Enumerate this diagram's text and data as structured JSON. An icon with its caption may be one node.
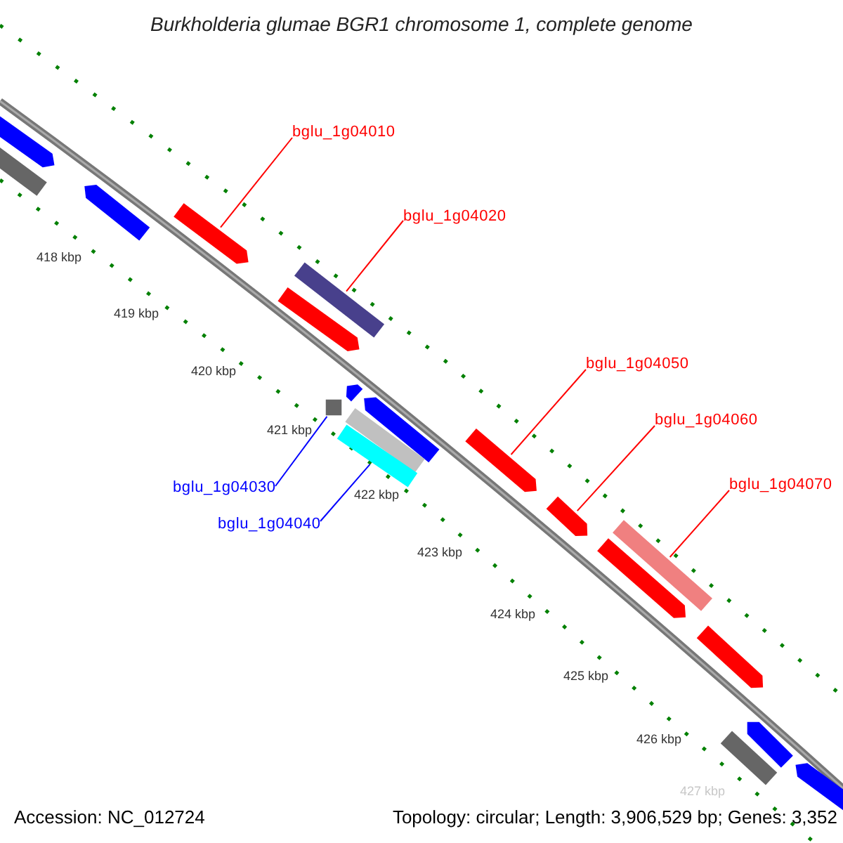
{
  "diagram": {
    "title": "Burkholderia glumae BGR1 chromosome 1, complete genome",
    "nodes": [
      {
        "text": [
          "bglu_1g04010"
        ]
      },
      {
        "text": [
          "bglu_1g04020"
        ]
      },
      {
        "text": [
          "bglu_1g04030"
        ]
      },
      {
        "text": [
          "bglu_1g04040"
        ]
      },
      {
        "text": [
          "bglu_1g04050"
        ]
      },
      {
        "text": [
          "bglu_1g04060"
        ]
      },
      {
        "text": [
          "bglu_1g04070"
        ]
      },
      {
        "text": [],
        "shape": "arrow"
      },
      {
        "text": [],
        "shape": "bar"
      },
      {
        "text": [],
        "shape": "arrow"
      },
      {
        "text": [],
        "shape": "arrow"
      },
      {
        "text": [],
        "shape": "bar"
      },
      {
        "text": [],
        "shape": "arrow"
      },
      {
        "text": [],
        "shape": "arrow"
      },
      {
        "text": [],
        "shape": "box"
      },
      {
        "text": [],
        "shape": "arrow"
      },
      {
        "text": [],
        "shape": "bar"
      },
      {
        "text": [],
        "shape": "bar"
      },
      {
        "text": [],
        "shape": "arrow"
      },
      {
        "text": [],
        "shape": "arrow"
      },
      {
        "text": [],
        "shape": "bar"
      },
      {
        "text": [],
        "shape": "arrow"
      },
      {
        "text": [],
        "shape": "arrow"
      },
      {
        "text": [],
        "shape": "arrow"
      },
      {
        "text": [],
        "shape": "bar"
      },
      {
        "text": [],
        "shape": "arrow"
      }
    ],
    "edges": [
      {
        "from": 0,
        "to": 10,
        "arrow": "none"
      },
      {
        "from": 1,
        "to": 11,
        "arrow": "none"
      },
      {
        "from": 2,
        "to": 14,
        "arrow": "none",
        "color": "#0000ff"
      },
      {
        "from": 3,
        "to": 17,
        "arrow": "none",
        "color": "#0000ff"
      },
      {
        "from": 4,
        "to": 18,
        "arrow": "none"
      },
      {
        "from": 5,
        "to": 19,
        "arrow": "none"
      },
      {
        "from": 6,
        "to": 20,
        "arrow": "none"
      }
    ],
    "labels": [
      "418 kbp",
      "419 kbp",
      "420 kbp",
      "421 kbp",
      "422 kbp",
      "423 kbp",
      "424 kbp",
      "425 kbp",
      "426 kbp",
      "427 kbp",
      "Accession: NC_012724",
      "Topology: circular; Length: 3,906,529 bp; Genes: 3,352"
    ]
  }
}
